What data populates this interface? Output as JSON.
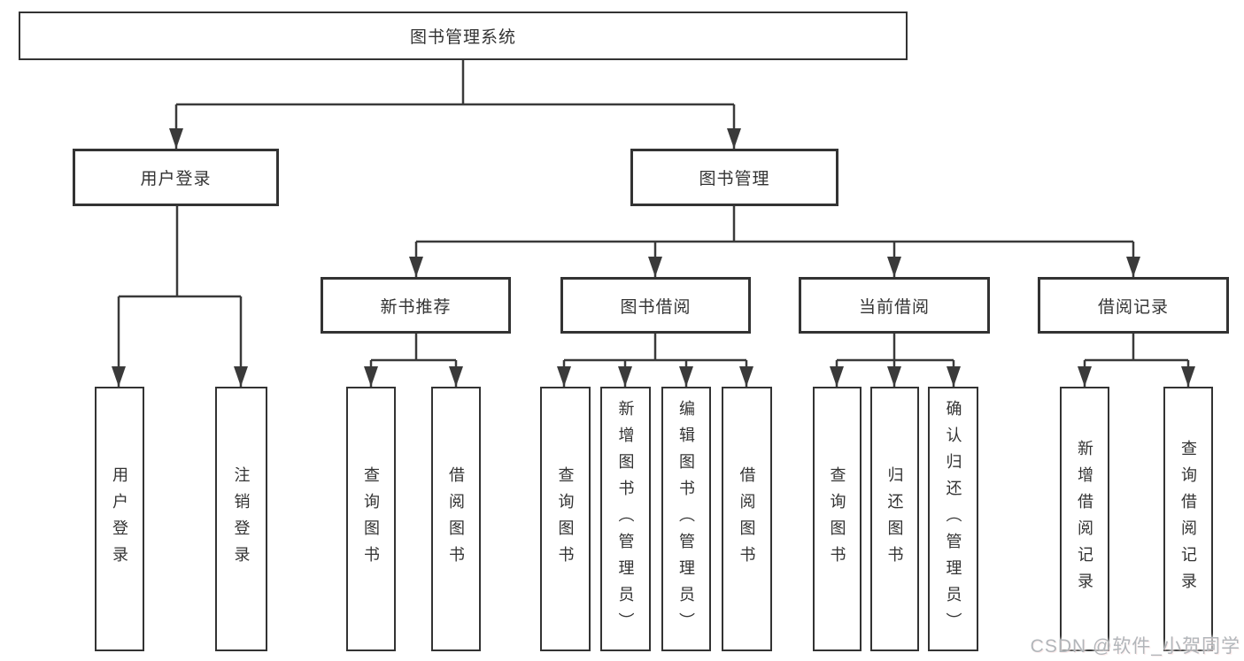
{
  "tree": {
    "label": "图书管理系统",
    "children": [
      {
        "label": "用户登录",
        "children": [
          {
            "label": "用户登录"
          },
          {
            "label": "注销登录"
          }
        ]
      },
      {
        "label": "图书管理",
        "children": [
          {
            "label": "新书推荐",
            "children": [
              {
                "label": "查询图书"
              },
              {
                "label": "借阅图书"
              }
            ]
          },
          {
            "label": "图书借阅",
            "children": [
              {
                "label": "查询图书"
              },
              {
                "label": "新增图书（管理员）"
              },
              {
                "label": "编辑图书（管理员）"
              },
              {
                "label": "借阅图书"
              }
            ]
          },
          {
            "label": "当前借阅",
            "children": [
              {
                "label": "查询图书"
              },
              {
                "label": "归还图书"
              },
              {
                "label": "确认归还（管理员）"
              }
            ]
          },
          {
            "label": "借阅记录",
            "children": [
              {
                "label": "新增借阅记录"
              },
              {
                "label": "查询借阅记录"
              }
            ]
          }
        ]
      }
    ]
  },
  "watermark": {
    "text": "CSDN @软件_小贺同学"
  },
  "colors": {
    "line": "#3a3a3a",
    "box_border": "#333333",
    "text": "#333333",
    "background": "#ffffff",
    "watermark": "#b2b6ba"
  }
}
